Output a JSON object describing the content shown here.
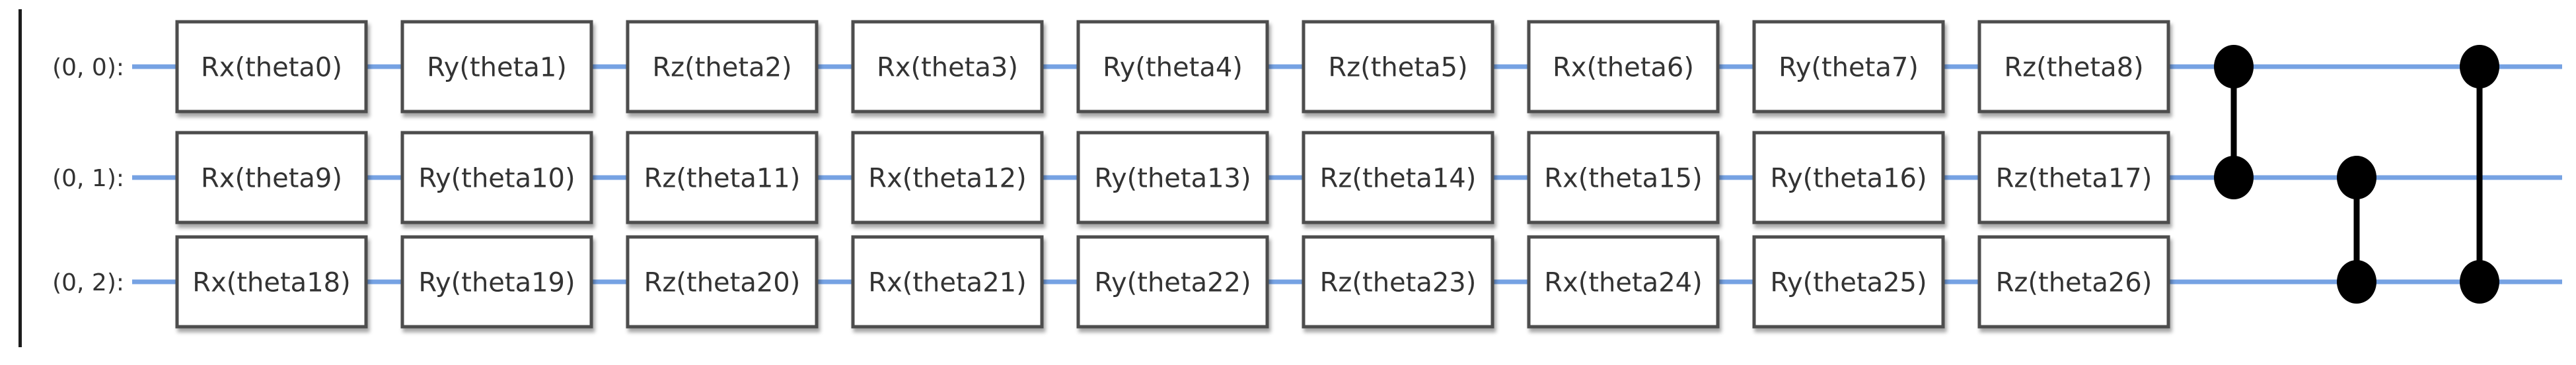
{
  "diagram": {
    "type": "quantum-circuit",
    "qubits": [
      {
        "label": "(0, 0):",
        "gates": [
          "Rx(theta0)",
          "Ry(theta1)",
          "Rz(theta2)",
          "Rx(theta3)",
          "Ry(theta4)",
          "Rz(theta5)",
          "Rx(theta6)",
          "Ry(theta7)",
          "Rz(theta8)"
        ]
      },
      {
        "label": "(0, 1):",
        "gates": [
          "Rx(theta9)",
          "Ry(theta10)",
          "Rz(theta11)",
          "Rx(theta12)",
          "Ry(theta13)",
          "Rz(theta14)",
          "Rx(theta15)",
          "Ry(theta16)",
          "Rz(theta17)"
        ]
      },
      {
        "label": "(0, 2):",
        "gates": [
          "Rx(theta18)",
          "Ry(theta19)",
          "Rz(theta20)",
          "Rx(theta21)",
          "Ry(theta22)",
          "Rz(theta23)",
          "Rx(theta24)",
          "Ry(theta25)",
          "Rz(theta26)"
        ]
      }
    ],
    "two_qubit_connectors": [
      {
        "from_qubit": 0,
        "to_qubit": 1
      },
      {
        "from_qubit": 1,
        "to_qubit": 2
      },
      {
        "from_qubit": 0,
        "to_qubit": 2
      }
    ],
    "colors": {
      "wire": "#76a2e3",
      "box_border": "#4d4d4d",
      "box_fill": "#ffffff",
      "gate_text": "#333333",
      "label_text": "#333333",
      "connector": "#000000",
      "left_bar": "#1c1c1c",
      "background": "#ffffff"
    }
  }
}
